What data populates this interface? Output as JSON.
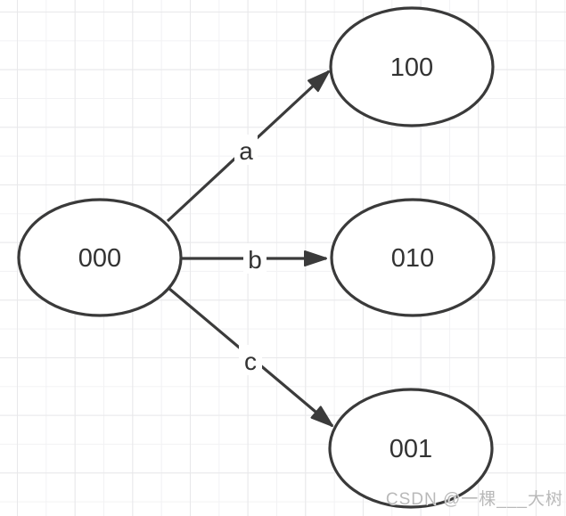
{
  "diagram": {
    "type": "directed-graph",
    "description": "State transition diagram: node 000 points to 100, 010 and 001 via arrows labeled a, b, c",
    "nodes": [
      {
        "id": "000",
        "label": "000"
      },
      {
        "id": "100",
        "label": "100"
      },
      {
        "id": "010",
        "label": "010"
      },
      {
        "id": "001",
        "label": "001"
      }
    ],
    "edges": [
      {
        "from": "000",
        "to": "100",
        "label": "a"
      },
      {
        "from": "000",
        "to": "010",
        "label": "b"
      },
      {
        "from": "000",
        "to": "001",
        "label": "c"
      }
    ],
    "colors": {
      "node_fill": "#ffffff",
      "stroke": "#3a3a3a",
      "text": "#333333",
      "grid_minor": "#f2f2f4",
      "grid_major": "#e8e8ea",
      "background": "#ffffff"
    }
  },
  "watermark": {
    "text": "CSDN @一棵___大树",
    "color": "#b9b9b9"
  }
}
